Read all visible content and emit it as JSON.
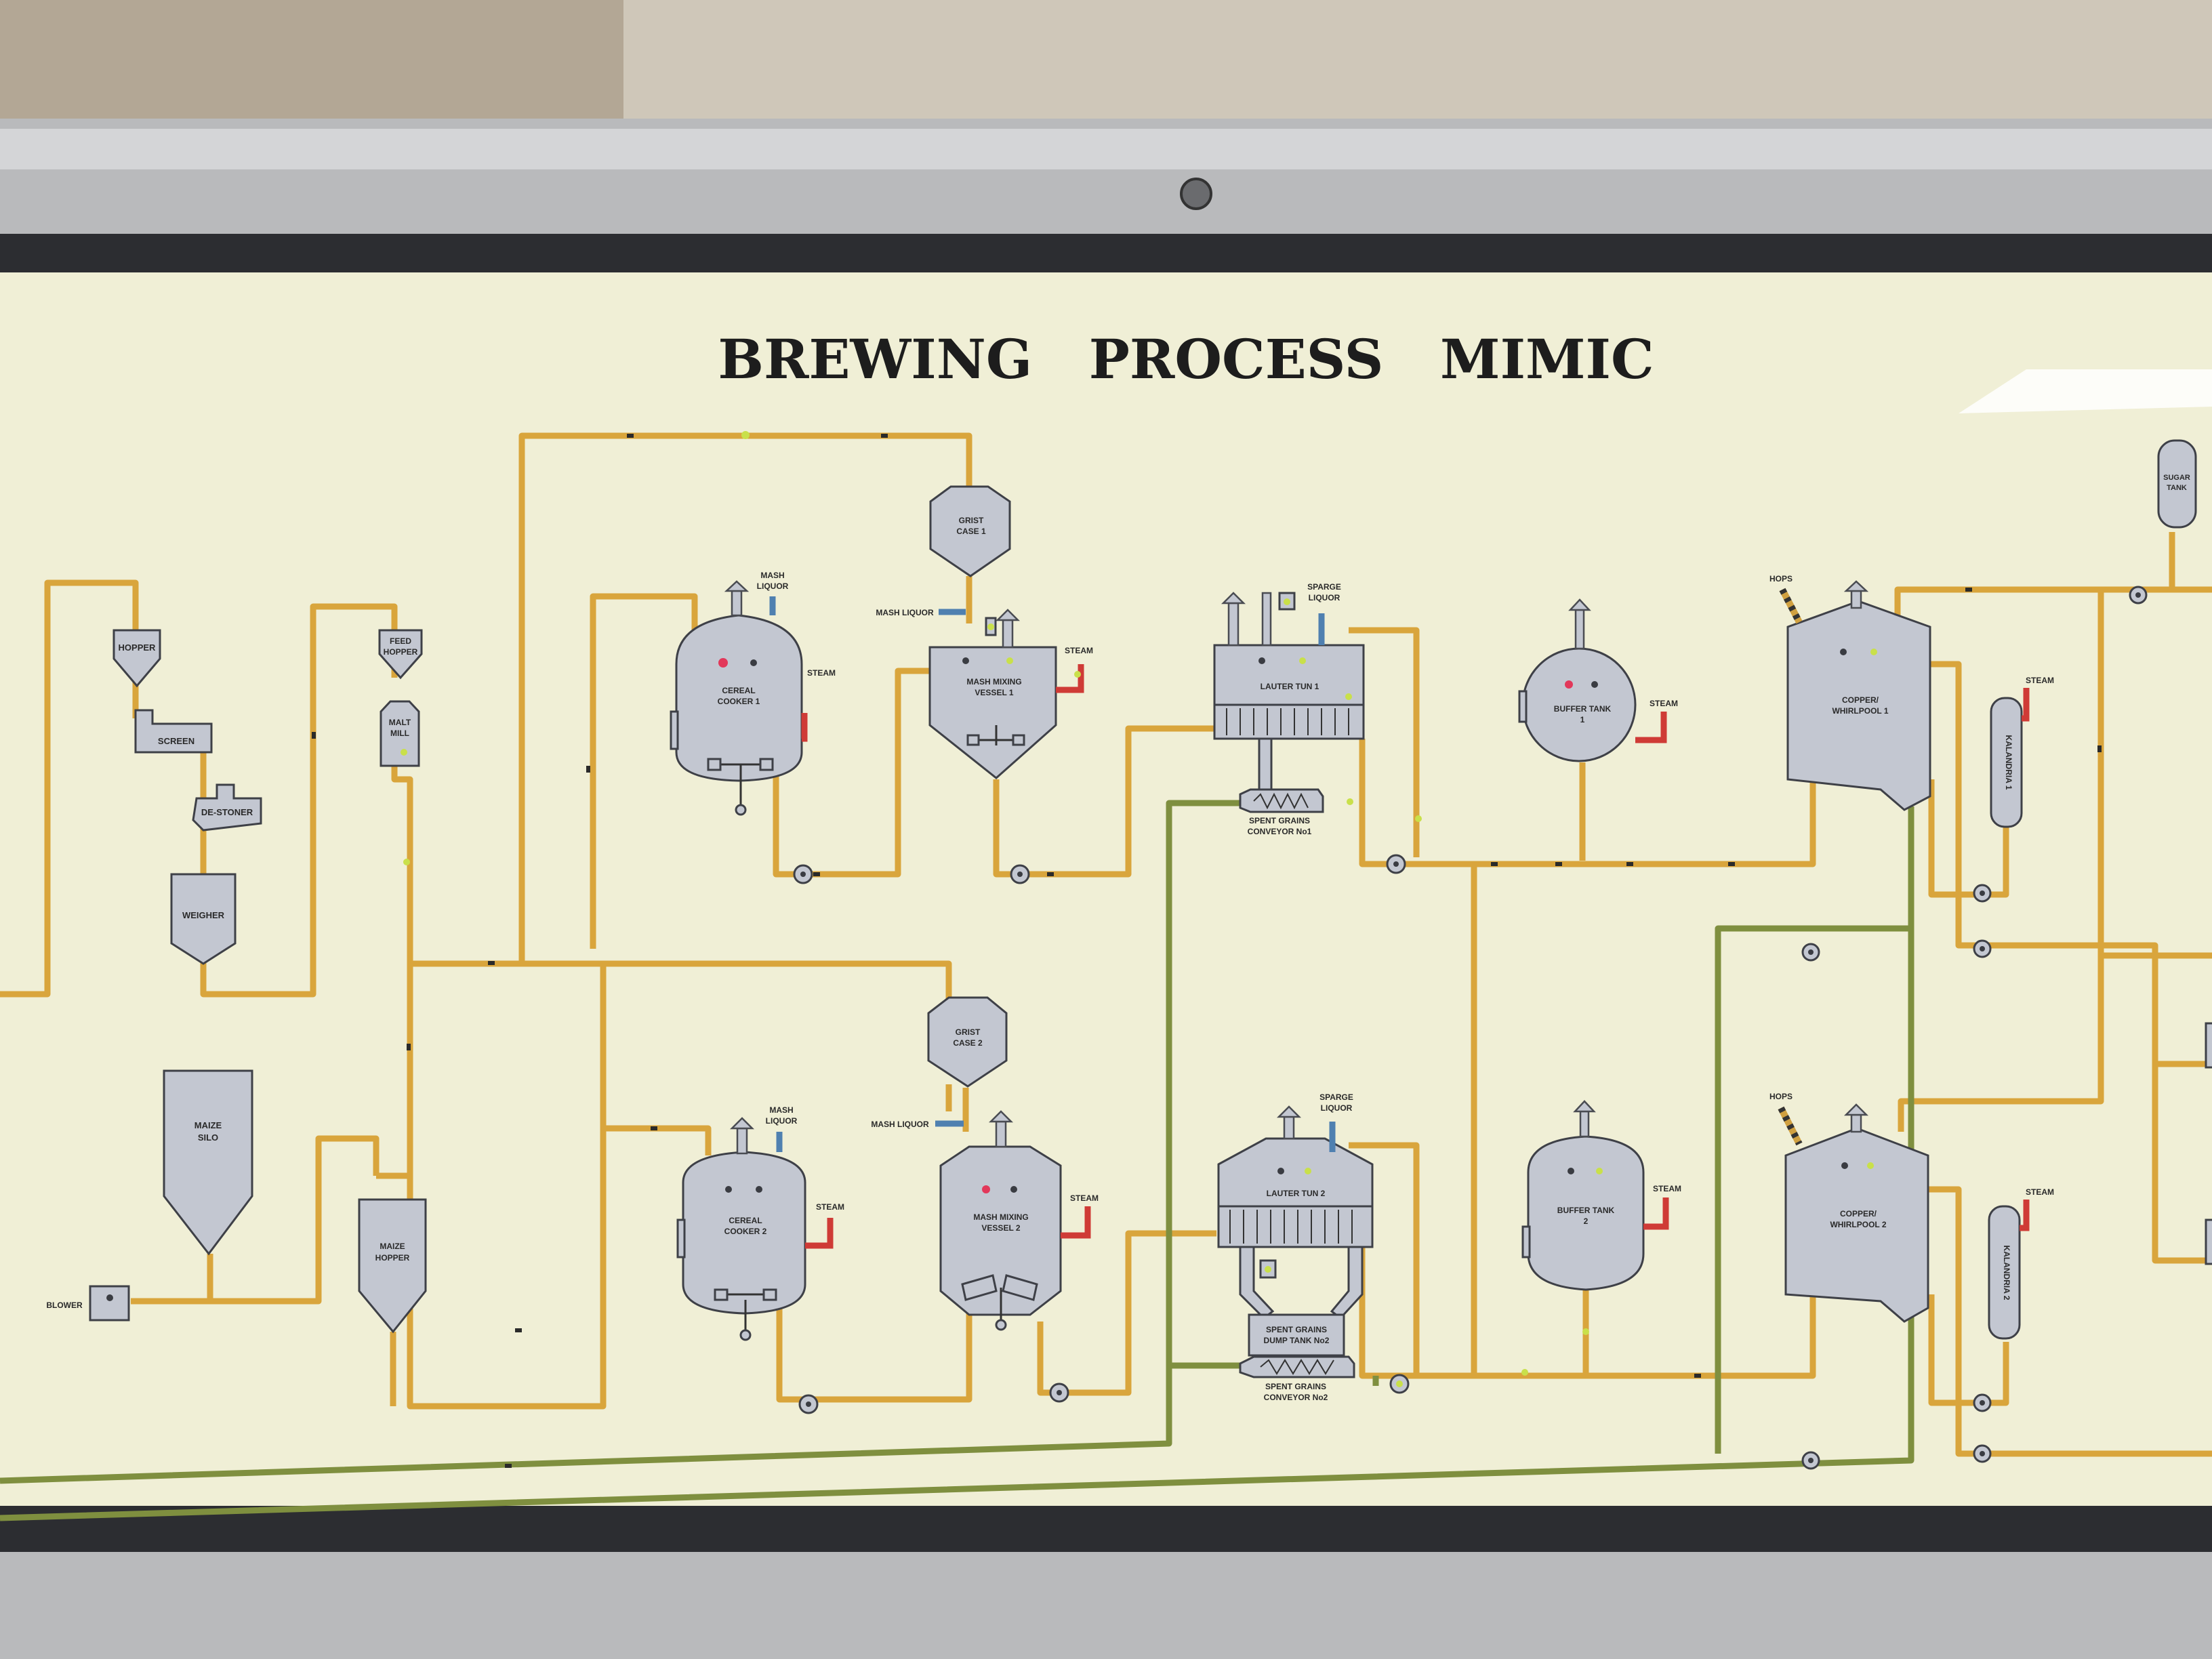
{
  "title": "BREWING   PROCESS   MIMIC",
  "vessels": {
    "hopper": "HOPPER",
    "screen": "SCREEN",
    "de_stoner": "DE-STONER",
    "weigher": "WEIGHER",
    "feed_hopper": [
      "FEED",
      "HOPPER"
    ],
    "malt_mill": [
      "MALT",
      "MILL"
    ],
    "maize_silo": [
      "MAIZE",
      "SILO"
    ],
    "maize_hopper": [
      "MAIZE",
      "HOPPER"
    ],
    "blower": "BLOWER",
    "grist_case_1": [
      "GRIST",
      "CASE 1"
    ],
    "grist_case_2": [
      "GRIST",
      "CASE 2"
    ],
    "cereal_cooker_1": [
      "CEREAL",
      "COOKER 1"
    ],
    "cereal_cooker_2": [
      "CEREAL",
      "COOKER 2"
    ],
    "mash_mixing_vessel_1": [
      "MASH MIXING",
      "VESSEL 1"
    ],
    "mash_mixing_vessel_2": [
      "MASH MIXING",
      "VESSEL 2"
    ],
    "lauter_tun_1": "LAUTER TUN 1",
    "lauter_tun_2": "LAUTER TUN 2",
    "spent_grains_conveyor_1": [
      "SPENT GRAINS",
      "CONVEYOR No1"
    ],
    "spent_grains_dump_tank_2": [
      "SPENT GRAINS",
      "DUMP TANK No2"
    ],
    "spent_grains_conveyor_2": [
      "SPENT GRAINS",
      "CONVEYOR No2"
    ],
    "buffer_tank_1": [
      "BUFFER TANK",
      "1"
    ],
    "buffer_tank_2": [
      "BUFFER TANK",
      "2"
    ],
    "copper_whirlpool_1": [
      "COPPER/",
      "WHIRLPOOL 1"
    ],
    "copper_whirlpool_2": [
      "COPPER/",
      "WHIRLPOOL 2"
    ],
    "kalandria_1": "KALANDRIA 1",
    "kalandria_2": "KALANDRIA 2",
    "sugar_tank": [
      "SUGAR",
      "TANK"
    ]
  },
  "utility_labels": {
    "mash_liquor": [
      "MASH",
      "LIQUOR"
    ],
    "mash_liquor_inline": "MASH LIQUOR",
    "sparge_liquor": [
      "SPARGE",
      "LIQUOR"
    ],
    "steam": "STEAM",
    "hops": "HOPS"
  },
  "colors": {
    "panel": "#f0efd6",
    "frame": "#b5b6b8",
    "process_pipe": "#d9a53c",
    "spent_grain_pipe": "#7f8f3f",
    "liquor_pipe": "#4f80b0",
    "steam_pipe": "#cf3b36",
    "vessel": "#c3c7d1",
    "indicator_on": "#c9e04a",
    "indicator_alarm": "#e2385a"
  }
}
